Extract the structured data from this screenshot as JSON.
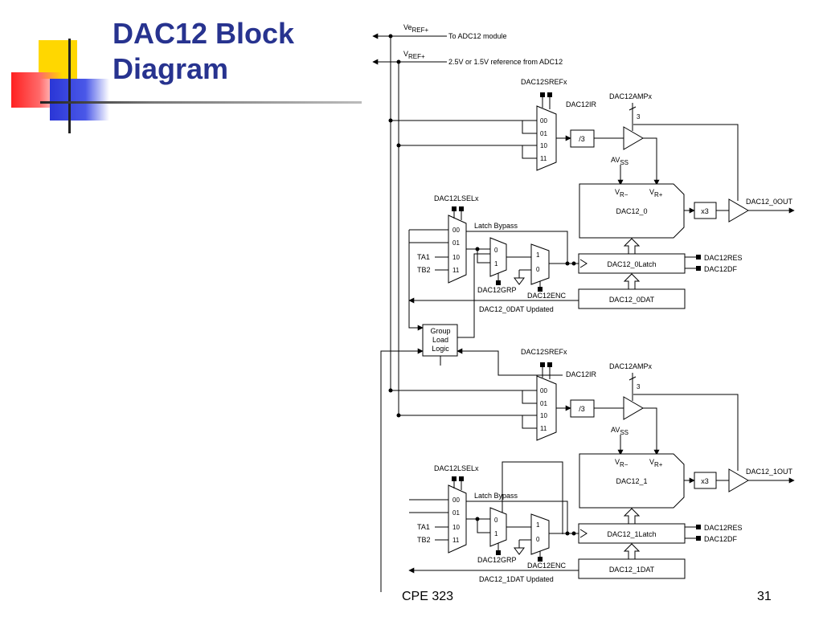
{
  "slide": {
    "title_line1": "DAC12 Block",
    "title_line2": "Diagram",
    "footer_course": "CPE 323",
    "footer_page": "31",
    "title_color": "#27338f"
  },
  "diagram": {
    "top": {
      "veref_label": "Ve",
      "veref_sub": "REF+",
      "veref_note": "To ADC12 module",
      "vref_label": "V",
      "vref_sub": "REF+",
      "vref_note": "2.5V or 1.5V reference from ADC12"
    },
    "group_load": [
      "Group",
      "Load",
      "Logic"
    ],
    "channels": [
      {
        "sref": "DAC12SREFx",
        "ir": "DAC12IR",
        "amp": "DAC12AMPx",
        "amp_num": "3",
        "div": "/3",
        "mux_inputs": [
          "00",
          "01",
          "10",
          "11"
        ],
        "avss": "AV",
        "avss_sub": "SS",
        "vrm": "V",
        "vrm_sub": "R−",
        "vrp": "V",
        "vrp_sub": "R+",
        "dac": "DAC12_0",
        "x3": "x3",
        "out": "DAC12_0OUT",
        "lsel": "DAC12LSELx",
        "lsel_inputs": [
          "00",
          "01",
          "10",
          "11"
        ],
        "ta": "TA1",
        "tb": "TB2",
        "bypass": "Latch Bypass",
        "m2": [
          "0",
          "1"
        ],
        "m3": [
          "1",
          "0"
        ],
        "grp": "DAC12GRP",
        "enc": "DAC12ENC",
        "latch": "DAC12_0Latch",
        "res": "DAC12RES",
        "df": "DAC12DF",
        "dat": "DAC12_0DAT",
        "updated": "DAC12_0DAT Updated"
      },
      {
        "sref": "DAC12SREFx",
        "ir": "DAC12IR",
        "amp": "DAC12AMPx",
        "amp_num": "3",
        "div": "/3",
        "mux_inputs": [
          "00",
          "01",
          "10",
          "11"
        ],
        "avss": "AV",
        "avss_sub": "SS",
        "vrm": "V",
        "vrm_sub": "R−",
        "vrp": "V",
        "vrp_sub": "R+",
        "dac": "DAC12_1",
        "x3": "x3",
        "out": "DAC12_1OUT",
        "lsel": "DAC12LSELx",
        "lsel_inputs": [
          "00",
          "01",
          "10",
          "11"
        ],
        "ta": "TA1",
        "tb": "TB2",
        "bypass": "Latch Bypass",
        "m2": [
          "0",
          "1"
        ],
        "m3": [
          "1",
          "0"
        ],
        "grp": "DAC12GRP",
        "enc": "DAC12ENC",
        "latch": "DAC12_1Latch",
        "res": "DAC12RES",
        "df": "DAC12DF",
        "dat": "DAC12_1DAT",
        "updated": "DAC12_1DAT Updated"
      }
    ]
  }
}
